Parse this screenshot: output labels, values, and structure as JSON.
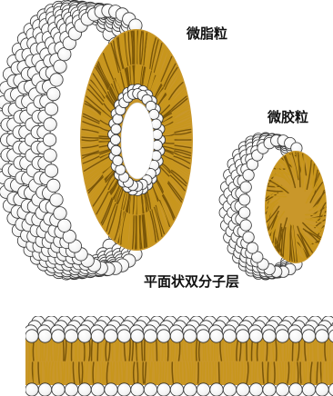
{
  "labels": {
    "liposome": "微脂粒",
    "micelle": "微胶粒",
    "bilayer": "平面状双分子层"
  },
  "colors": {
    "tail": "#c8961c",
    "tail_dark": "#7a5608",
    "head_fill": "#ffffff",
    "head_stroke": "#333333",
    "core_bg": "#c9972a"
  }
}
